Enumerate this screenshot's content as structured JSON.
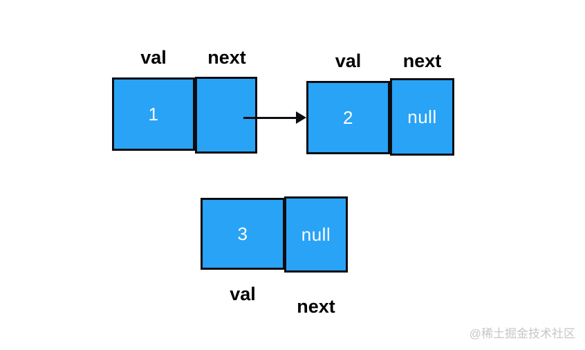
{
  "diagram": {
    "title_hint": "singly linked list nodes",
    "field_labels": {
      "val": "val",
      "next": "next"
    },
    "nodes": [
      {
        "id": "node-1",
        "val": "1",
        "next": ""
      },
      {
        "id": "node-2",
        "val": "2",
        "next": "null"
      },
      {
        "id": "node-3",
        "val": "3",
        "next": "null"
      }
    ],
    "arrow": {
      "from": "node-1.next",
      "to": "node-2.val"
    },
    "colors": {
      "box_fill": "#29A3F5",
      "box_border": "#0c0c12",
      "label_text": "#000000",
      "value_text": "#FFFFFF",
      "watermark_text": "#C6C6C6"
    }
  },
  "watermark": {
    "text": "@稀土掘金技术社区"
  }
}
